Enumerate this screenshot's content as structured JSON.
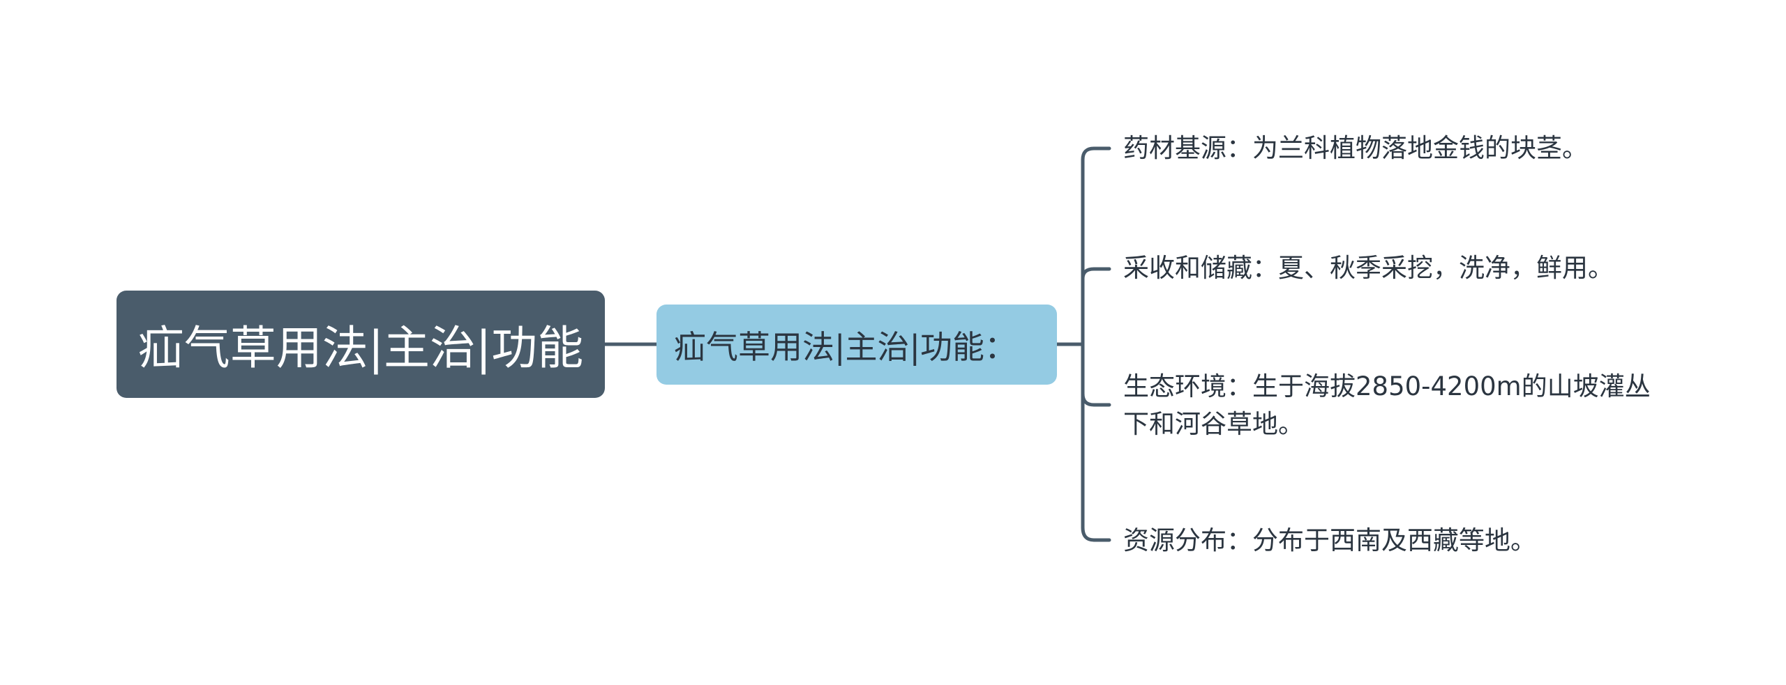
{
  "colors": {
    "root_fill": "#4a5c6b",
    "mid_fill": "#94cbe3",
    "connector": "#4a5c6b",
    "root_text": "#ffffff",
    "text": "#2b3540"
  },
  "mindmap": {
    "root": "疝气草用法|主治|功能",
    "branch": "疝气草用法|主治|功能：",
    "leaves": [
      "药材基源：为兰科植物落地金钱的块茎。",
      "采收和储藏：夏、秋季采挖，洗净，鲜用。",
      "生态环境：生于海拔2850-4200m的山坡灌丛下和河谷草地。",
      "资源分布：分布于西南及西藏等地。"
    ]
  }
}
